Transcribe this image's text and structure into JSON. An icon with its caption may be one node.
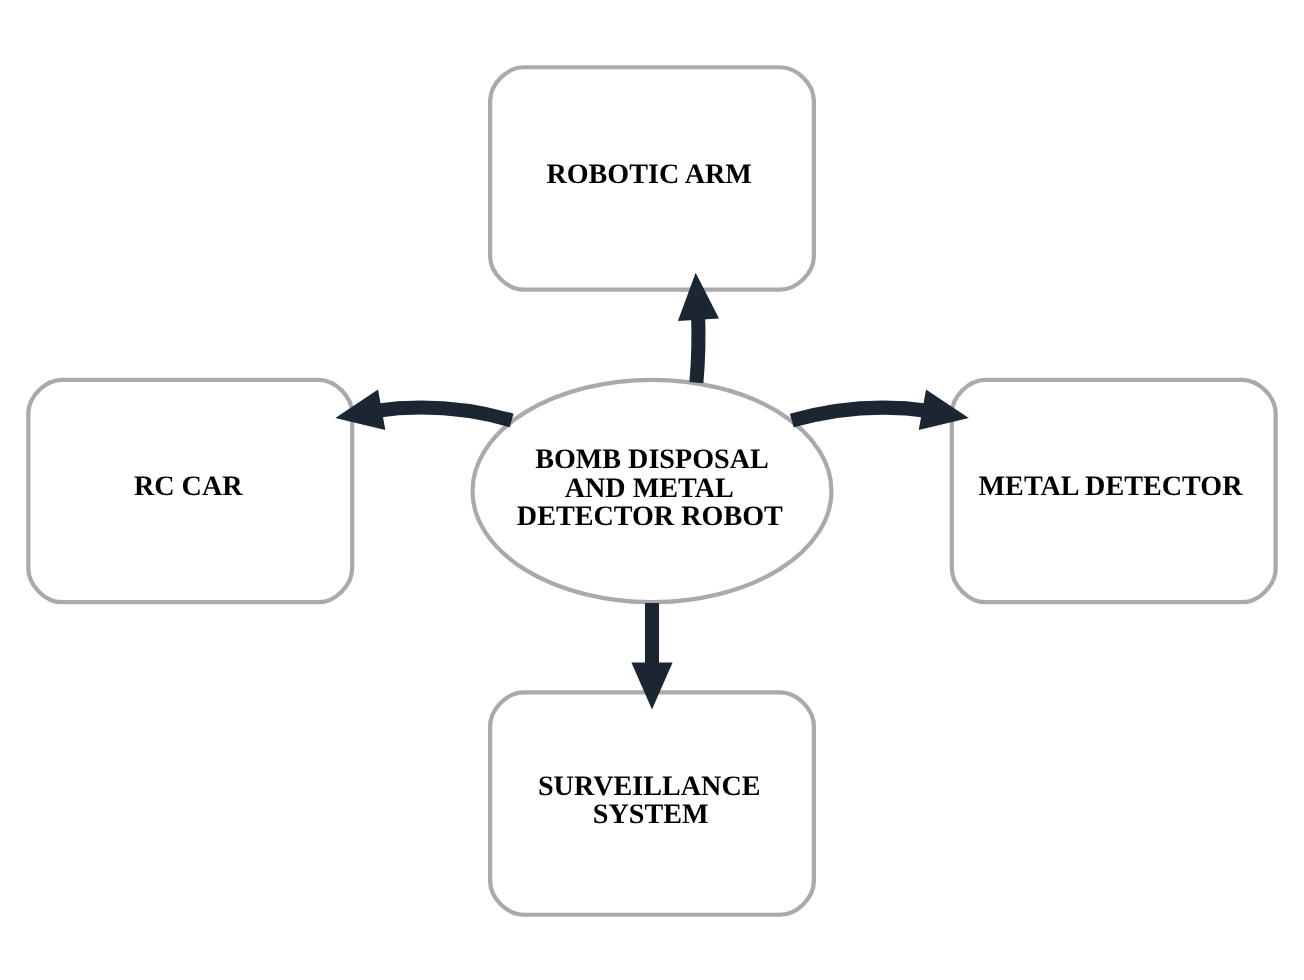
{
  "diagram": {
    "nodes": [
      {
        "text": [
          "ROBOTIC ARM"
        ]
      },
      {
        "text": [
          "RC CAR"
        ]
      },
      {
        "text": [
          "BOMB DISPOSAL AND METAL DETECTOR ROBOT"
        ]
      },
      {
        "text": [
          "METAL DETECTOR"
        ]
      },
      {
        "text": [
          "SURVEILLANCE SYSTEM"
        ]
      }
    ],
    "edges": [
      {
        "from": 2,
        "to": 0,
        "arrow": "to"
      },
      {
        "from": 2,
        "to": 1,
        "arrow": "to"
      },
      {
        "from": 2,
        "to": 3,
        "arrow": "to"
      },
      {
        "from": 2,
        "to": 4,
        "arrow": "to"
      }
    ]
  }
}
